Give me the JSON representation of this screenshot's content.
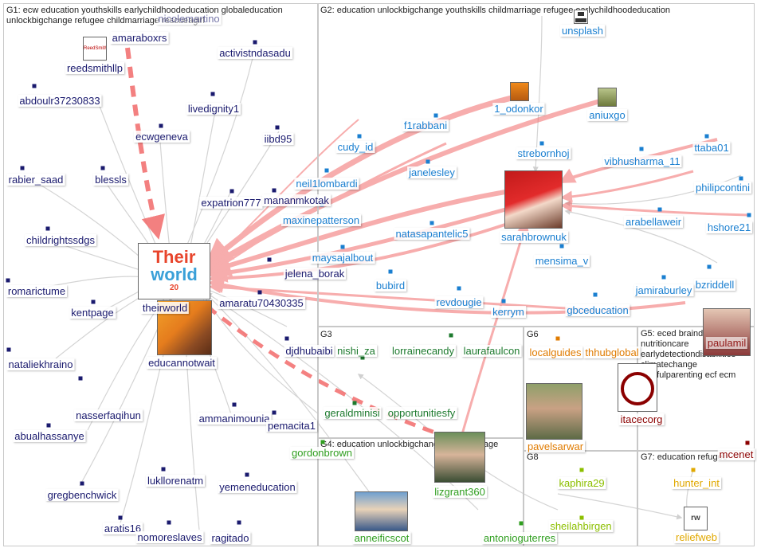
{
  "groups": [
    {
      "id": "G1",
      "title": "G1: ecw education youthskills earlychildhoodeducation globaleducation unlockbigchange refugee childmarriage rescueagirl"
    },
    {
      "id": "G2",
      "title": "G2: education unlockbigchange youthskills childmarriage refugee earlychildhoodeducation"
    },
    {
      "id": "G3",
      "title": "G3"
    },
    {
      "id": "G4",
      "title": "G4: education unlockbigchange childmarriage"
    },
    {
      "id": "G5",
      "title": "G5: eced braindevelopment nutritioncare earlydetectiondisabilities climatechange playfulparenting ecf ecm"
    },
    {
      "id": "G6",
      "title": "G6"
    },
    {
      "id": "G7",
      "title": "G7: education refugee"
    },
    {
      "id": "G8",
      "title": "G8"
    }
  ],
  "colors": {
    "g1": "#1a1a6e",
    "g2": "#1a7fd0",
    "g3": "#1d7a2e",
    "g4": "#2f9e1f",
    "g5": "#8b0000",
    "g6": "#e07b00",
    "g7": "#e0a800",
    "g8": "#8cbf00",
    "edge_strong": "#f26b6b",
    "edge_light": "#cfcfcf"
  },
  "nodes": [
    {
      "id": "n_amaraboxrs",
      "label": "amaraboxrs",
      "group": "g1"
    },
    {
      "id": "n_nicolemartino",
      "label": "nicolemartino",
      "group": "g1"
    },
    {
      "id": "n_reedsmithllp",
      "label": "reedsmithllp",
      "group": "g1"
    },
    {
      "id": "n_activistndasadu",
      "label": "activistndasadu",
      "group": "g1"
    },
    {
      "id": "n_abdoulr",
      "label": "abdoulr37230833",
      "group": "g1"
    },
    {
      "id": "n_livedignity1",
      "label": "livedignity1",
      "group": "g1"
    },
    {
      "id": "n_ecwgeneva",
      "label": "ecwgeneva",
      "group": "g1"
    },
    {
      "id": "n_iibd95",
      "label": "iibd95",
      "group": "g1"
    },
    {
      "id": "n_rabier_saad",
      "label": "rabier_saad",
      "group": "g1"
    },
    {
      "id": "n_blessls",
      "label": "blessls",
      "group": "g1"
    },
    {
      "id": "n_expatrion777",
      "label": "expatrion777",
      "group": "g1"
    },
    {
      "id": "n_mananmkotak",
      "label": "mananmkotak",
      "group": "g1"
    },
    {
      "id": "n_childrightssdgs",
      "label": "childrightssdgs",
      "group": "g1"
    },
    {
      "id": "n_jelena_borak",
      "label": "jelena_borak",
      "group": "g1"
    },
    {
      "id": "n_romarictume",
      "label": "romarictume",
      "group": "g1"
    },
    {
      "id": "n_kentpage",
      "label": "kentpage",
      "group": "g1"
    },
    {
      "id": "n_theirworld",
      "label": "theirworld",
      "group": "g1"
    },
    {
      "id": "n_amaratu",
      "label": "amaratu70430335",
      "group": "g1"
    },
    {
      "id": "n_educannotwait",
      "label": "educannotwait",
      "group": "g1"
    },
    {
      "id": "n_djdhubaibi",
      "label": "djdhubaibi",
      "group": "g1"
    },
    {
      "id": "n_nataliekhraino",
      "label": "nataliekhraino",
      "group": "g1"
    },
    {
      "id": "n_nasserfaqihun",
      "label": "nasserfaqihun",
      "group": "g1"
    },
    {
      "id": "n_ammanimounia",
      "label": "ammanimounia",
      "group": "g1"
    },
    {
      "id": "n_pemacita1",
      "label": "pemacita1",
      "group": "g1"
    },
    {
      "id": "n_abualhassanye",
      "label": "abualhassanye",
      "group": "g1"
    },
    {
      "id": "n_lukllorenatm",
      "label": "lukllorenatm",
      "group": "g1"
    },
    {
      "id": "n_gregbenchwick",
      "label": "gregbenchwick",
      "group": "g1"
    },
    {
      "id": "n_yemeneducation",
      "label": "yemeneducation",
      "group": "g1"
    },
    {
      "id": "n_aratis16",
      "label": "aratis16",
      "group": "g1"
    },
    {
      "id": "n_nomoreslaves",
      "label": "nomoreslaves",
      "group": "g1"
    },
    {
      "id": "n_ragitado",
      "label": "ragitado",
      "group": "g1"
    },
    {
      "id": "n_unsplash",
      "label": "unsplash",
      "group": "g2"
    },
    {
      "id": "n_1_odonkor",
      "label": "1_odonkor",
      "group": "g2"
    },
    {
      "id": "n_aniuxgo",
      "label": "aniuxgo",
      "group": "g2"
    },
    {
      "id": "n_f1rabbani",
      "label": "f1rabbani",
      "group": "g2"
    },
    {
      "id": "n_cudy_id",
      "label": "cudy_id",
      "group": "g2"
    },
    {
      "id": "n_strebornhoj",
      "label": "strebornhoj",
      "group": "g2"
    },
    {
      "id": "n_ttaba01",
      "label": "ttaba01",
      "group": "g2"
    },
    {
      "id": "n_vibhusharma_11",
      "label": "vibhusharma_11",
      "group": "g2"
    },
    {
      "id": "n_janelesley",
      "label": "janelesley",
      "group": "g2"
    },
    {
      "id": "n_neil1lombardi",
      "label": "neil1lombardi",
      "group": "g2"
    },
    {
      "id": "n_philipcontini",
      "label": "philipcontini",
      "group": "g2"
    },
    {
      "id": "n_maxinepatterson",
      "label": "maxinepatterson",
      "group": "g2"
    },
    {
      "id": "n_sarahbrownuk",
      "label": "sarahbrownuk",
      "group": "g2"
    },
    {
      "id": "n_arabellaweir",
      "label": "arabellaweir",
      "group": "g2"
    },
    {
      "id": "n_hshore21",
      "label": "hshore21",
      "group": "g2"
    },
    {
      "id": "n_natasapantelic5",
      "label": "natasapantelic5",
      "group": "g2"
    },
    {
      "id": "n_maysajalbout",
      "label": "maysajalbout",
      "group": "g2"
    },
    {
      "id": "n_mensima_v",
      "label": "mensima_v",
      "group": "g2"
    },
    {
      "id": "n_bzriddell",
      "label": "bzriddell",
      "group": "g2"
    },
    {
      "id": "n_bubird",
      "label": "bubird",
      "group": "g2"
    },
    {
      "id": "n_jamiraburley",
      "label": "jamiraburley",
      "group": "g2"
    },
    {
      "id": "n_revdougie",
      "label": "revdougie",
      "group": "g2"
    },
    {
      "id": "n_kerrym",
      "label": "kerrym",
      "group": "g2"
    },
    {
      "id": "n_gbceducation",
      "label": "gbceducation",
      "group": "g2"
    },
    {
      "id": "n_nishi_za",
      "label": "nishi_za",
      "group": "g3"
    },
    {
      "id": "n_lorrainecandy",
      "label": "lorrainecandy",
      "group": "g3"
    },
    {
      "id": "n_laurafaulcon",
      "label": "laurafaulcon",
      "group": "g3"
    },
    {
      "id": "n_geraldminisi",
      "label": "geraldminisi",
      "group": "g3"
    },
    {
      "id": "n_opportunitiesfy",
      "label": "opportunitiesfy",
      "group": "g3"
    },
    {
      "id": "n_gordonbrown",
      "label": "gordonbrown",
      "group": "g4"
    },
    {
      "id": "n_lizgrant360",
      "label": "lizgrant360",
      "group": "g4"
    },
    {
      "id": "n_anneificscot",
      "label": "anneificscot",
      "group": "g4"
    },
    {
      "id": "n_antonioguterres",
      "label": "antonioguterres",
      "group": "g4"
    },
    {
      "id": "n_localguides",
      "label": "localguides",
      "group": "g6"
    },
    {
      "id": "n_thhubglobal",
      "label": "thhubglobal",
      "group": "g6"
    },
    {
      "id": "n_pavelsarwar",
      "label": "pavelsarwar",
      "group": "g6"
    },
    {
      "id": "n_itacecorg",
      "label": "itacecorg",
      "group": "g5"
    },
    {
      "id": "n_paulamil",
      "label": "paulamil",
      "group": "g5"
    },
    {
      "id": "n_mcenet",
      "label": "mcenet",
      "group": "g5"
    },
    {
      "id": "n_kaphira29",
      "label": "kaphira29",
      "group": "g8"
    },
    {
      "id": "n_sheilahbirgen",
      "label": "sheilahbirgen",
      "group": "g8"
    },
    {
      "id": "n_hunter_int",
      "label": "hunter_int",
      "group": "g7"
    },
    {
      "id": "n_reliefweb",
      "label": "reliefweb",
      "group": "g7"
    }
  ],
  "images": [
    {
      "id": "img_reedsmith",
      "icon": "reedsmith-logo",
      "text": "ReedSmith"
    },
    {
      "id": "img_theirworld",
      "icon": "theirworld-logo",
      "text_1": "Their",
      "text_2": "world",
      "text_3": "20"
    },
    {
      "id": "img_educannotwait",
      "icon": "child-photo"
    },
    {
      "id": "img_sarahbrownuk",
      "icon": "speaker-photo"
    },
    {
      "id": "img_1_odonkor",
      "icon": "person-photo"
    },
    {
      "id": "img_aniuxgo",
      "icon": "person-photo"
    },
    {
      "id": "img_paulamil",
      "icon": "person-photo"
    },
    {
      "id": "img_itacecorg",
      "icon": "seal-logo"
    },
    {
      "id": "img_pavelsarwar",
      "icon": "person-photo"
    },
    {
      "id": "img_lizgrant360",
      "icon": "person-photo"
    },
    {
      "id": "img_anneificscot",
      "icon": "person-photo"
    },
    {
      "id": "img_reliefweb",
      "icon": "reliefweb-logo",
      "text": "rw"
    },
    {
      "id": "img_unsplash",
      "icon": "unsplash-logo"
    }
  ]
}
